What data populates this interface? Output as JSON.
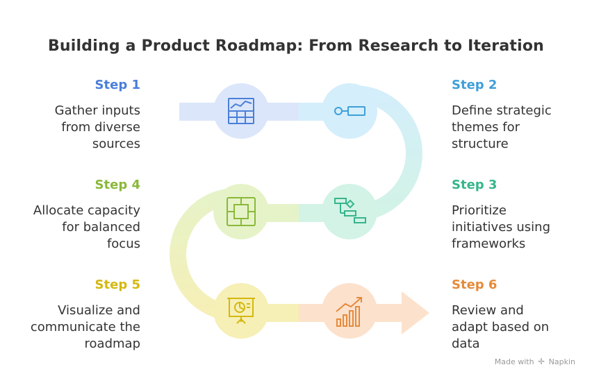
{
  "title": "Building a Product Roadmap: From Research to Iteration",
  "steps": [
    {
      "label": "Step 1",
      "desc": "Gather inputs\nfrom diverse\nsources",
      "color": "#4a7fd8",
      "icon": "grid-chart-icon"
    },
    {
      "label": "Step 2",
      "desc": "Define strategic\nthemes for\nstructure",
      "color": "#3f9fd8",
      "icon": "key-node-icon"
    },
    {
      "label": "Step 3",
      "desc": "Prioritize\ninitiatives using\nframeworks",
      "color": "#36b58a",
      "icon": "flow-diagram-icon"
    },
    {
      "label": "Step 4",
      "desc": "Allocate capacity\nfor balanced\nfocus",
      "color": "#8ab83a",
      "icon": "allocation-grid-icon"
    },
    {
      "label": "Step 5",
      "desc": "Visualize and\ncommunicate the\nroadmap",
      "color": "#d4b80e",
      "icon": "presentation-board-icon"
    },
    {
      "label": "Step 6",
      "desc": "Review and\nadapt based on\ndata",
      "color": "#e58a3a",
      "icon": "growth-chart-icon"
    }
  ],
  "footer": {
    "made_with": "Made with",
    "brand": "Napkin"
  }
}
